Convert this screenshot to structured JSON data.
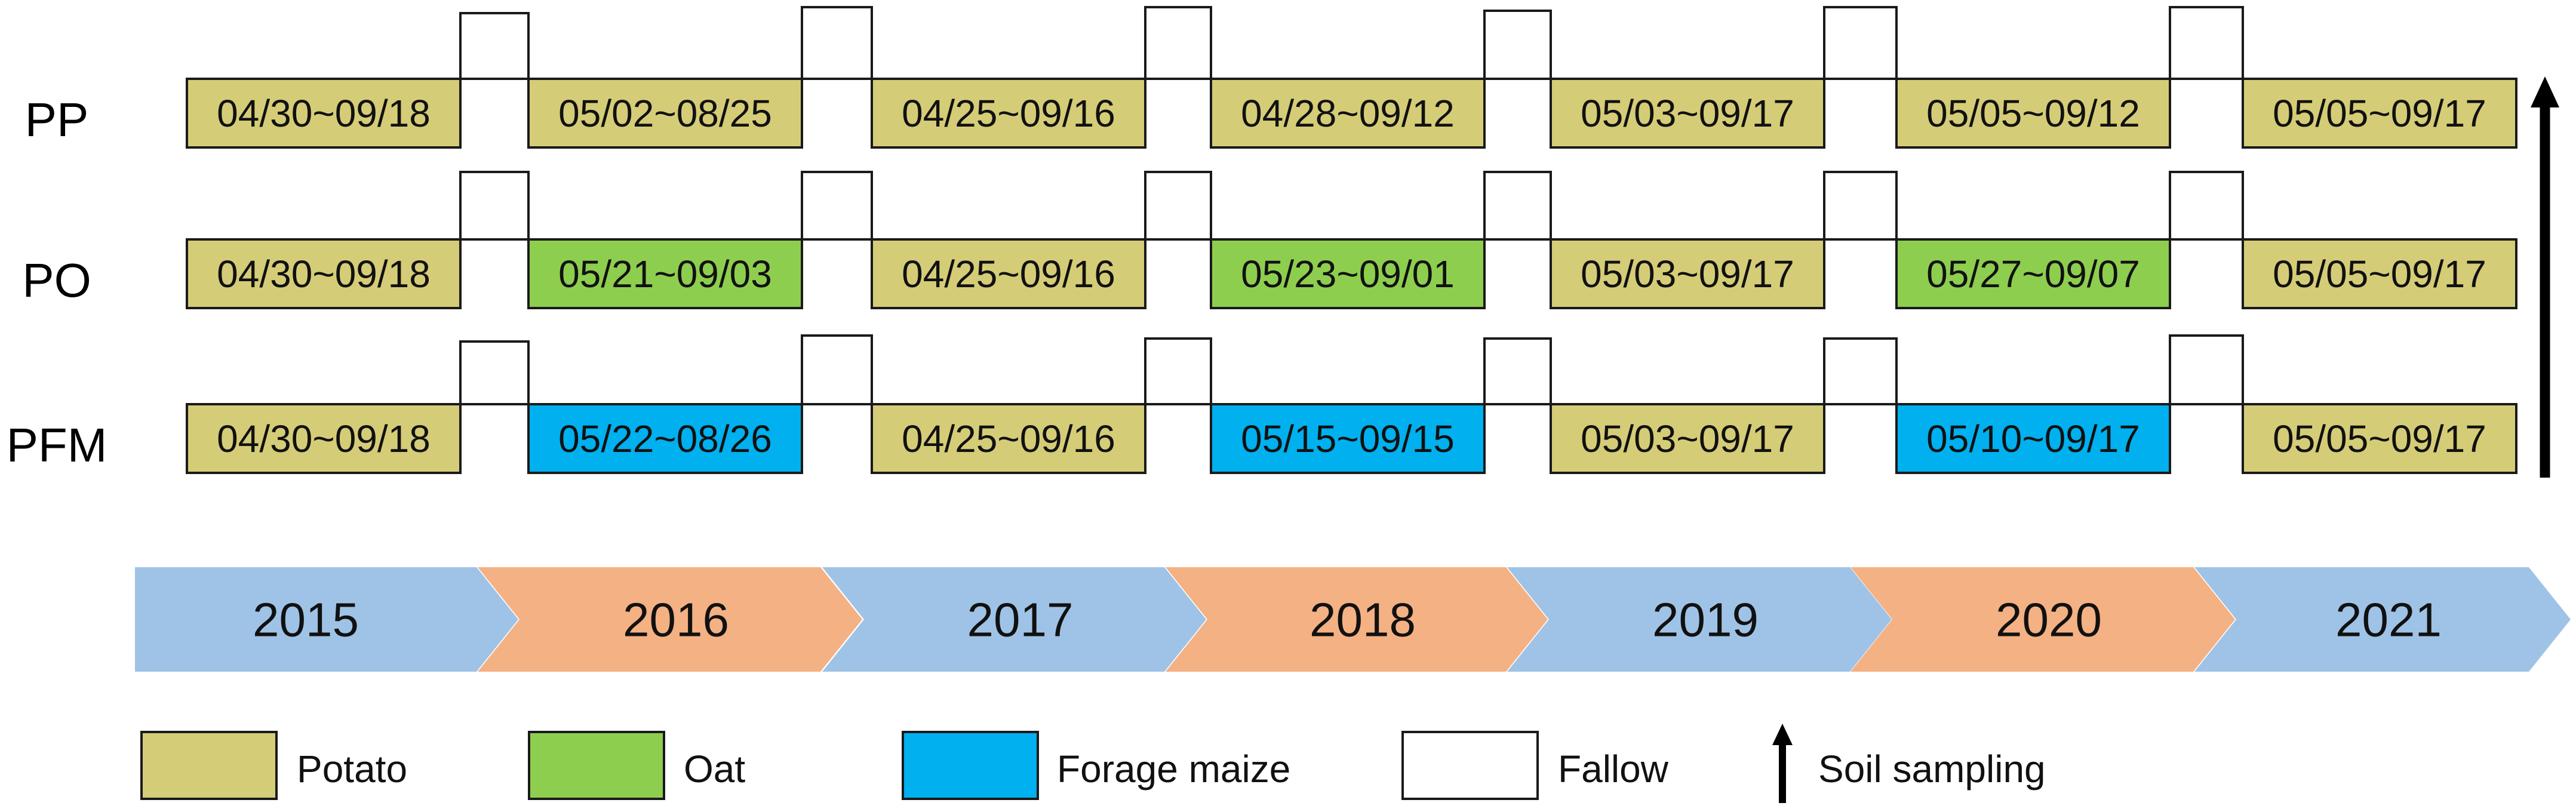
{
  "rows": [
    {
      "label": "PP",
      "periods": [
        {
          "crop": "potato",
          "dates": "04/30~09/18"
        },
        {
          "crop": "potato",
          "dates": "05/02~08/25"
        },
        {
          "crop": "potato",
          "dates": "04/25~09/16"
        },
        {
          "crop": "potato",
          "dates": "04/28~09/12"
        },
        {
          "crop": "potato",
          "dates": "05/03~09/17"
        },
        {
          "crop": "potato",
          "dates": "05/05~09/12"
        },
        {
          "crop": "potato",
          "dates": "05/05~09/17"
        }
      ]
    },
    {
      "label": "PO",
      "periods": [
        {
          "crop": "potato",
          "dates": "04/30~09/18"
        },
        {
          "crop": "oat",
          "dates": "05/21~09/03"
        },
        {
          "crop": "potato",
          "dates": "04/25~09/16"
        },
        {
          "crop": "oat",
          "dates": "05/23~09/01"
        },
        {
          "crop": "potato",
          "dates": "05/03~09/17"
        },
        {
          "crop": "oat",
          "dates": "05/27~09/07"
        },
        {
          "crop": "potato",
          "dates": "05/05~09/17"
        }
      ]
    },
    {
      "label": "PFM",
      "periods": [
        {
          "crop": "potato",
          "dates": "04/30~09/18"
        },
        {
          "crop": "maize",
          "dates": "05/22~08/26"
        },
        {
          "crop": "potato",
          "dates": "04/25~09/16"
        },
        {
          "crop": "maize",
          "dates": "05/15~09/15"
        },
        {
          "crop": "potato",
          "dates": "05/03~09/17"
        },
        {
          "crop": "maize",
          "dates": "05/10~09/17"
        },
        {
          "crop": "potato",
          "dates": "05/05~09/17"
        }
      ]
    }
  ],
  "years": [
    "2015",
    "2016",
    "2017",
    "2018",
    "2019",
    "2020",
    "2021"
  ],
  "legend": {
    "potato": "Potato",
    "oat": "Oat",
    "maize": "Forage maize",
    "fallow": "Fallow",
    "sampling": "Soil sampling"
  },
  "colors": {
    "potato": "#d5cc77",
    "oat": "#8ece4f",
    "maize": "#00b0ef",
    "fallow": "#ffffff",
    "year_blue": "#9fc3e6",
    "year_orange": "#f4b183",
    "sampling_arrow": "#000000"
  }
}
